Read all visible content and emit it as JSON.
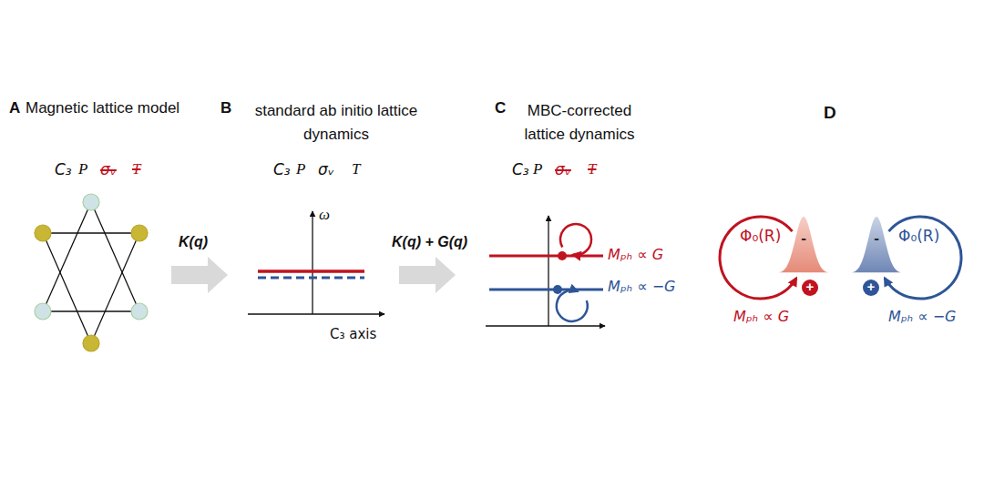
{
  "diagram": {
    "labels": [
      "A",
      "Magnetic lattice model",
      "B",
      "standard ab initio lattice dynamics",
      "C",
      "MBC-corrected lattice dynamics",
      "D",
      "C₃",
      "P",
      "σᵥ",
      "T",
      "C₃",
      "P",
      "σᵥ",
      "T",
      "C₃",
      "P",
      "σᵥ",
      "T",
      "K(q)",
      "K(q) + G(q)",
      "ω",
      "C₃ axis",
      "Mₚₕ ∝ G",
      "Mₚₕ ∝ −G",
      "Φ₀(R)",
      "-",
      "+",
      "Φ₀(R)",
      "-",
      "+",
      "Mₚₕ ∝ G",
      "Mₚₕ ∝ −G"
    ]
  }
}
